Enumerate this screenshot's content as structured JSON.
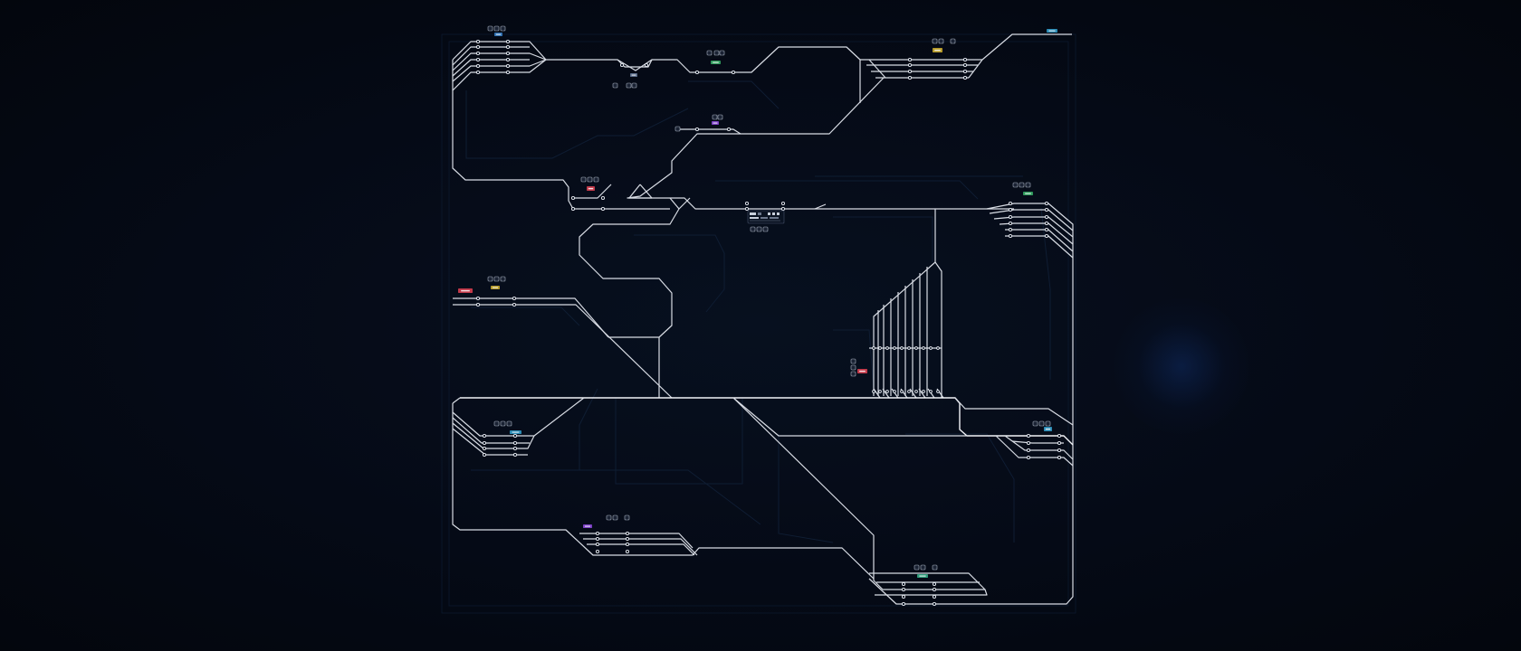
{
  "colors": {
    "background": "#040812",
    "track": "#d8dce4",
    "ghost_track": "#0f1d33",
    "glow": "#143c8c"
  },
  "station_tags": [
    {
      "id": "tag-nw",
      "color": "#2e6fb0",
      "label": ""
    },
    {
      "id": "tag-n1",
      "color": "#2f9a5c",
      "label": ""
    },
    {
      "id": "tag-n2",
      "color": "#5a6c8a",
      "label": ""
    },
    {
      "id": "tag-ne",
      "color": "#b59a2a",
      "label": ""
    },
    {
      "id": "tag-far-ne",
      "color": "#2b8bb5",
      "label": ""
    },
    {
      "id": "tag-mid",
      "color": "#7b3fc4",
      "label": ""
    },
    {
      "id": "tag-west-junction",
      "color": "#c23a4a",
      "label": ""
    },
    {
      "id": "tag-east",
      "color": "#2f9a5c",
      "label": ""
    },
    {
      "id": "tag-west",
      "color": "#b59a2a",
      "label": ""
    },
    {
      "id": "tag-west-red",
      "color": "#c23a4a",
      "label": ""
    },
    {
      "id": "tag-depot",
      "color": "#c23a4a",
      "label": ""
    },
    {
      "id": "tag-sw1",
      "color": "#2b8bb5",
      "label": ""
    },
    {
      "id": "tag-se1",
      "color": "#2b8bb5",
      "label": ""
    },
    {
      "id": "tag-s",
      "color": "#7b3fc4",
      "label": ""
    },
    {
      "id": "tag-se",
      "color": "#2f9a7a",
      "label": ""
    }
  ],
  "signal_icon": "signal-icon",
  "switch_icon": "switch-node-icon",
  "info_panel": {
    "icon": "info-panel-icon"
  }
}
